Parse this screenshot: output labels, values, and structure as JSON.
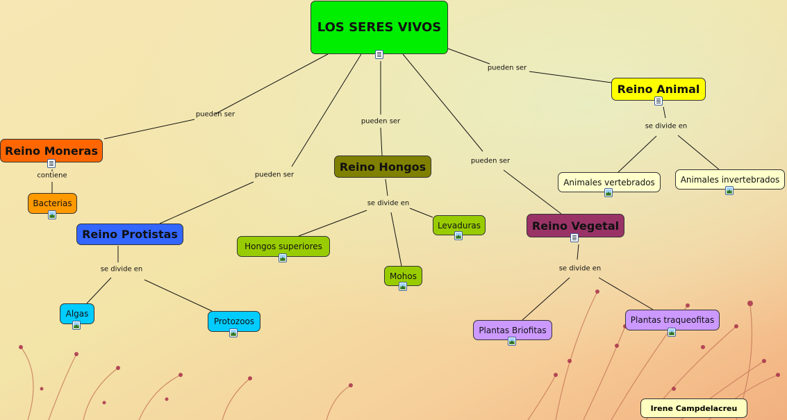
{
  "diagram": {
    "title": "LOS SERES VIVOS",
    "nodes": {
      "root": "LOS SERES VIVOS",
      "moneras": "Reino Moneras",
      "bacterias": "Bacterias",
      "protistas": "Reino Protistas",
      "algas": "Algas",
      "protozoos": "Protozoos",
      "hongos": "Reino Hongos",
      "hongos_superiores": "Hongos superiores",
      "mohos": "Mohos",
      "levaduras": "Levaduras",
      "vegetal": "Reino Vegetal",
      "briofitas": "Plantas Briofitas",
      "traqueofitas": "Plantas traqueofitas",
      "animal": "Reino Animal",
      "vertebrados": "Animales vertebrados",
      "invertebrados": "Animales invertebrados"
    },
    "links": {
      "pueden_ser_moneras": "pueden ser",
      "pueden_ser_protistas": "pueden ser",
      "pueden_ser_hongos": "pueden ser",
      "pueden_ser_vegetal": "pueden ser",
      "pueden_ser_animal": "pueden ser",
      "contiene": "contiene",
      "divide_protistas": "se divide en",
      "divide_hongos": "se divide en",
      "divide_vegetal": "se divide en",
      "divide_animal": "se divide en"
    },
    "author": "Irene Campdelacreu"
  },
  "colors": {
    "root": "#00ee00",
    "moneras": "#ff6600",
    "bacterias": "#ff9900",
    "protistas": "#3366ff",
    "protistas_children": "#00ccff",
    "hongos": "#808000",
    "hongos_children": "#99cc00",
    "vegetal": "#993366",
    "vegetal_children": "#cc99ff",
    "animal": "#ffff00",
    "animal_children": "#ffffcc"
  },
  "icons": {
    "concept_doc": "document-icon",
    "resource_image": "image-icon"
  }
}
